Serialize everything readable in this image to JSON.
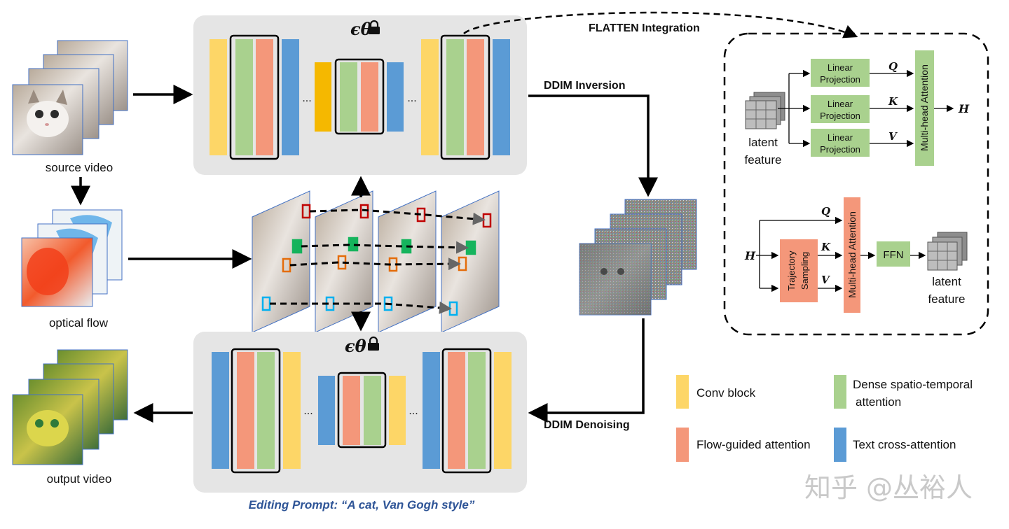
{
  "title_top": "FLATTEN Integration",
  "unet_symbol": "ϵθ",
  "ellipsis": "...",
  "inputs": {
    "source_video": "source video",
    "optical_flow": "optical flow",
    "output_video": "output video"
  },
  "arrows": {
    "inversion": "DDIM Inversion",
    "denoising": "DDIM Denoising"
  },
  "prompt": "Editing Prompt: “A cat, Van Gogh style”",
  "detail": {
    "linear_projection": "Linear Projection",
    "q": "Q",
    "k": "K",
    "v": "V",
    "h": "H",
    "mha": "Multi-head Attention",
    "trajectory_sampling": "Trajectory Sampling",
    "ffn": "FFN",
    "latent_feature_line1": "latent",
    "latent_feature_line2": "feature"
  },
  "legend": {
    "conv": "Conv block",
    "dense_line1": "Dense spatio-temporal",
    "dense_line2": "attention",
    "flow": "Flow-guided attention",
    "text": "Text cross-attention"
  },
  "colors": {
    "conv": "#fdd667",
    "dense": "#a9d18e",
    "flow": "#f4977a",
    "text": "#5b9bd5",
    "orange_conv": "#f5b800",
    "unet_bg": "#e5e5e5",
    "prompt": "#2f5597"
  },
  "watermark": "知乎 @丛裕人"
}
